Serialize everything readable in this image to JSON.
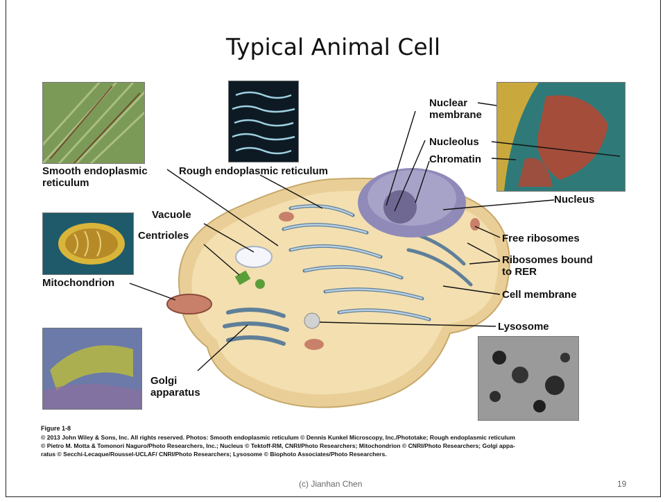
{
  "slide": {
    "title": "Typical Animal Cell",
    "footer_center": "(c) Jianhan Chen",
    "page_number": "19"
  },
  "labels": {
    "smooth_er_1": "Smooth endoplasmic",
    "smooth_er_2": "reticulum",
    "rough_er": "Rough endoplasmic reticulum",
    "nuclear_membrane_1": "Nuclear",
    "nuclear_membrane_2": "membrane",
    "nucleolus": "Nucleolus",
    "chromatin": "Chromatin",
    "nucleus": "Nucleus",
    "vacuole": "Vacuole",
    "centrioles": "Centrioles",
    "free_ribosomes": "Free ribosomes",
    "ribosomes_rer_1": "Ribosomes bound",
    "ribosomes_rer_2": "to RER",
    "mitochondrion": "Mitochondrion",
    "cell_membrane": "Cell membrane",
    "lysosome": "Lysosome",
    "golgi_1": "Golgi",
    "golgi_2": "apparatus"
  },
  "caption": {
    "figure": "Figure 1-8",
    "credit": "© 2013 John Wiley & Sons, Inc. All rights reserved. Photos: Smooth endoplasmic reticulum © Dennis Kunkel Microscopy, Inc./Phototake; Rough endoplasmic reticulum\n© Pietro M. Motta & Tomonori Naguro/Photo Researchers, Inc.; Nucleus © Tektoff-RM, CNRI/Photo Researchers; Mitochondrion © CNRI/Photo Researchers; Golgi appa-\nratus © Secchi-Lecaque/Roussel-UCLAF/ CNRI/Photo Researchers; Lysosome © Biophoto Associates/Photo Researchers."
  },
  "colors": {
    "cytoplasm": "#f3dfb0",
    "membrane": "#e9cf97",
    "er": "#9fb8cc",
    "nucleus": "#a7a3c8",
    "mito": "#c9806a"
  }
}
